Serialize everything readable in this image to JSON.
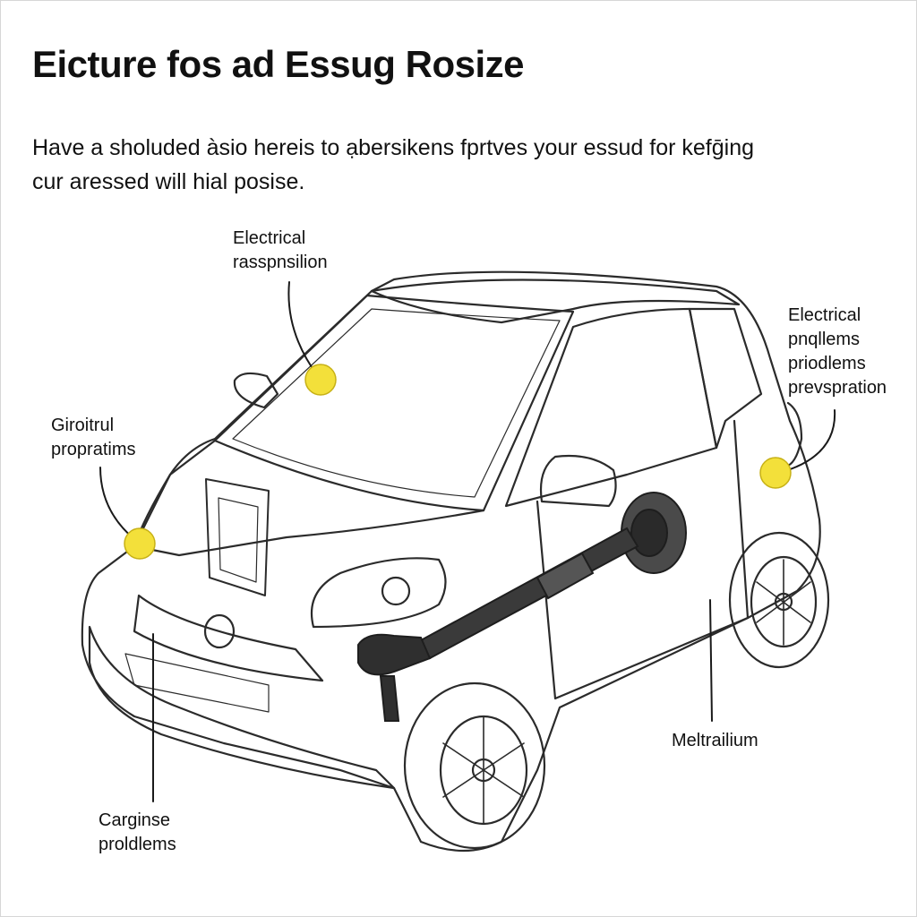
{
  "title": "Eicture fos ad Essug Rosize",
  "subtitle": {
    "line1": "Have a sholuded àsio hereis to ạbersikens fprtves your essud for kefḡing",
    "line2": "cur aressed will hial posise."
  },
  "callouts": [
    {
      "id": "top-left",
      "lines": [
        "Electrical",
        "rasspnsilion"
      ]
    },
    {
      "id": "top-right",
      "lines": [
        "Electrical",
        "pnqllems",
        "priodlems",
        "prevspration"
      ]
    },
    {
      "id": "left",
      "lines": [
        "Giroitrul",
        "propratims"
      ]
    },
    {
      "id": "bottom-left",
      "lines": [
        "Carginse",
        "proldlems"
      ]
    },
    {
      "id": "bottom-right",
      "lines": [
        "Meltrailium"
      ]
    }
  ],
  "colors": {
    "marker_fill": "#f3e03a",
    "marker_stroke": "#c7b116",
    "line": "#1a1a1a",
    "car_stroke": "#2b2b2b",
    "shaft": "#3a3a3a"
  }
}
